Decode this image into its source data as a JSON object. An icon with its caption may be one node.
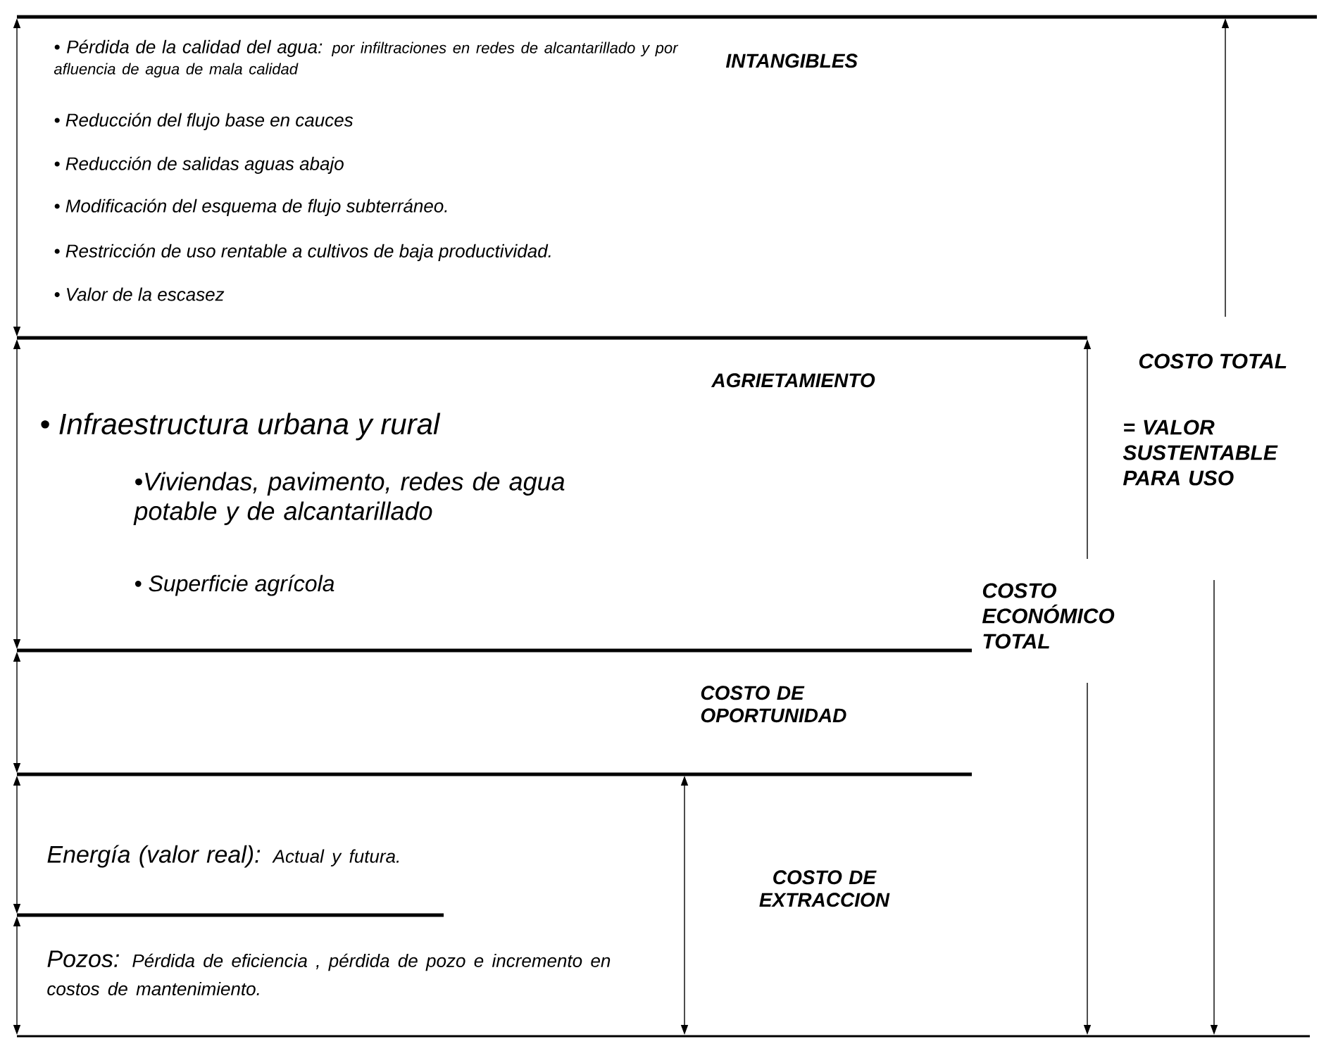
{
  "diagram": {
    "labels": [
      "• Pérdida de la calidad del agua:",
      "por infiltraciones en redes de alcantarillado y por afluencia de agua de mala calidad",
      "INTANGIBLES",
      "• Reducción del flujo base en cauces",
      "• Reducción de salidas aguas abajo",
      "• Modificación del esquema de flujo subterráneo.",
      "• Restricción de uso rentable a cultivos de baja productividad.",
      "• Valor de la escasez",
      "AGRIETAMIENTO",
      "COSTO TOTAL",
      "• Infraestructura urbana y rural",
      "= VALOR SUSTENTABLE PARA USO",
      "•Viviendas, pavimento, redes de agua potable y de alcantarillado",
      "• Superficie agrícola",
      "COSTO ECONÓMICO TOTAL",
      "COSTO DE OPORTUNIDAD",
      "Energía (valor real):",
      "Actual y futura.",
      "COSTO DE EXTRACCION",
      "Pozos:",
      "Pérdida de eficiencia , pérdida de pozo e incremento en costos de mantenimiento."
    ]
  }
}
